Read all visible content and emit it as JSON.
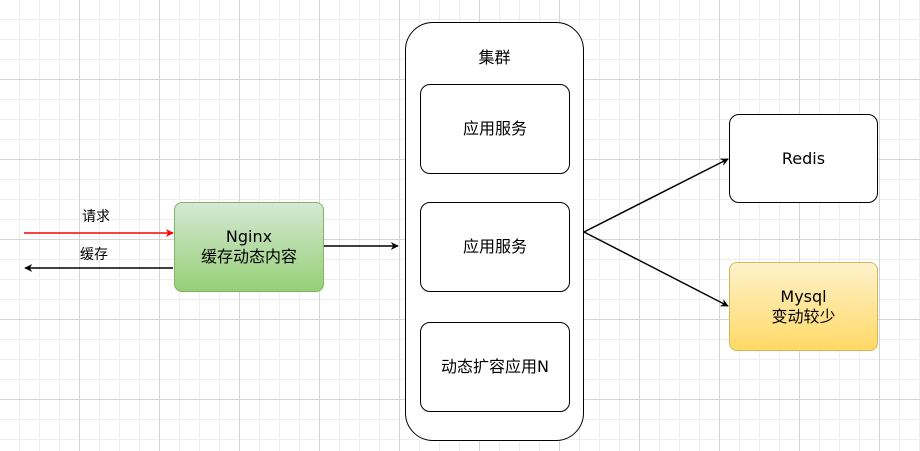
{
  "diagram": {
    "edges": [
      {
        "id": "request",
        "label": "请求",
        "color": "#ff0000"
      },
      {
        "id": "cache",
        "label": "缓存",
        "color": "#000000"
      },
      {
        "id": "nginx-to-cluster",
        "color": "#000000"
      },
      {
        "id": "cluster-to-redis",
        "color": "#000000"
      },
      {
        "id": "cluster-to-mysql",
        "color": "#000000"
      }
    ],
    "nodes": {
      "nginx": {
        "title": "Nginx",
        "subtitle": "缓存动态内容",
        "fill_top": "#d5e8d4",
        "fill_bottom": "#97d077",
        "stroke": "#82b366"
      },
      "cluster": {
        "title": "集群",
        "services": [
          {
            "label": "应用服务"
          },
          {
            "label": "应用服务"
          },
          {
            "label": "动态扩容应用N"
          }
        ]
      },
      "redis": {
        "label": "Redis"
      },
      "mysql": {
        "title": "Mysql",
        "subtitle": "变动较少",
        "fill_top": "#fff2cc",
        "fill_bottom": "#ffd966",
        "stroke": "#d6b656"
      }
    }
  }
}
